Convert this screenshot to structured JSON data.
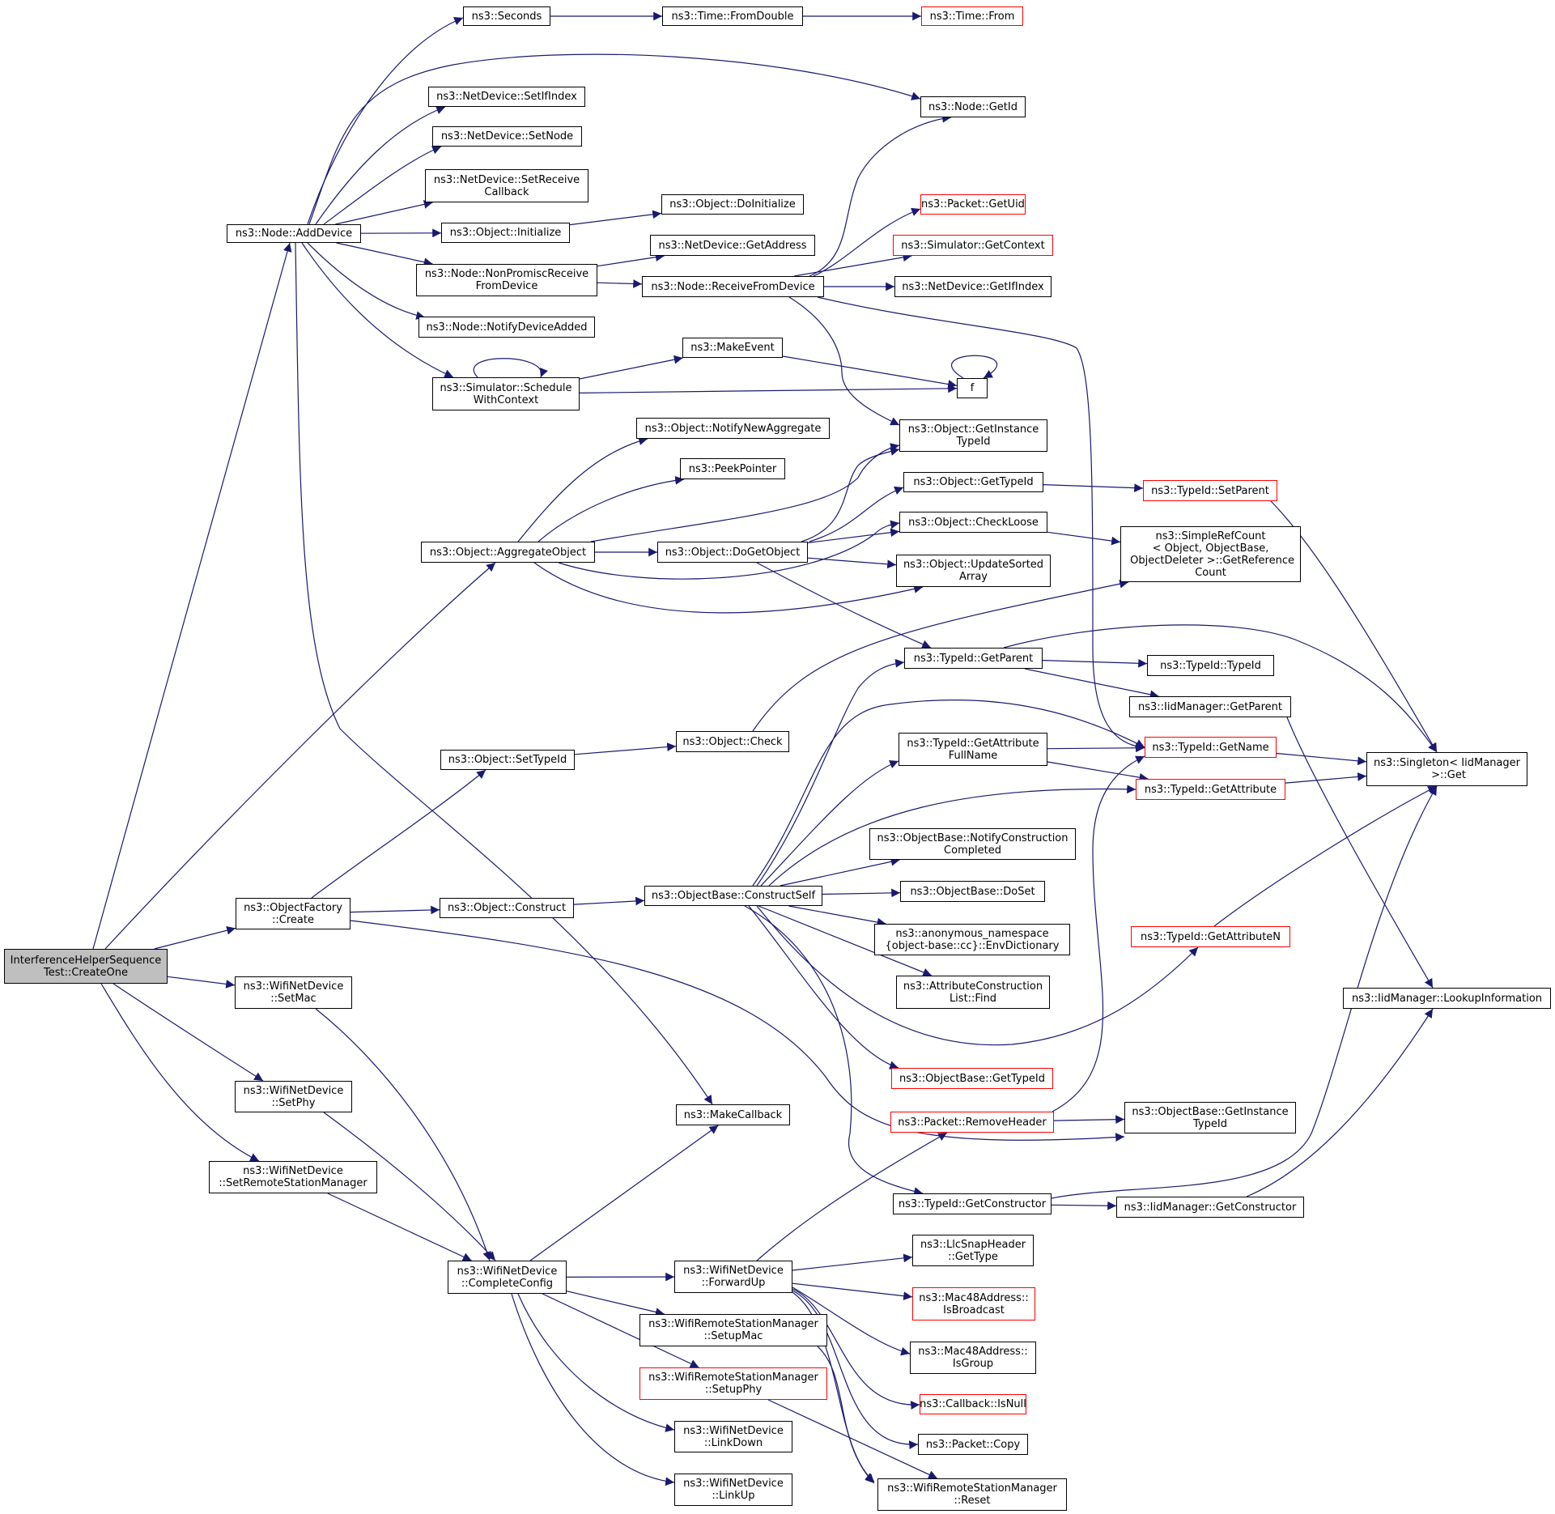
{
  "graph": {
    "edge_color": "#191970",
    "external_border_color": "#ff0000",
    "root_fill": "#bfbfbf",
    "nodes": [
      {
        "id": "root",
        "label": "InterferenceHelperSequence\nTest::CreateOne"
      },
      {
        "id": "addDevice",
        "label": "ns3::Node::AddDevice"
      },
      {
        "id": "seconds",
        "label": "ns3::Seconds"
      },
      {
        "id": "fromDouble",
        "label": "ns3::Time::FromDouble"
      },
      {
        "id": "timeFrom",
        "label": "ns3::Time::From"
      },
      {
        "id": "setIfIndex",
        "label": "ns3::NetDevice::SetIfIndex"
      },
      {
        "id": "nodeGetId",
        "label": "ns3::Node::GetId"
      },
      {
        "id": "setNode",
        "label": "ns3::NetDevice::SetNode"
      },
      {
        "id": "setReceiveCb",
        "label": "ns3::NetDevice::SetReceive\nCallback"
      },
      {
        "id": "objDoInit",
        "label": "ns3::Object::DoInitialize"
      },
      {
        "id": "objInit",
        "label": "ns3::Object::Initialize"
      },
      {
        "id": "packetGetUid",
        "label": "ns3::Packet::GetUid"
      },
      {
        "id": "simGetContext",
        "label": "ns3::Simulator::GetContext"
      },
      {
        "id": "ndGetAddress",
        "label": "ns3::NetDevice::GetAddress"
      },
      {
        "id": "nonPromisc",
        "label": "ns3::Node::NonPromiscReceive\nFromDevice"
      },
      {
        "id": "recvFromDevice",
        "label": "ns3::Node::ReceiveFromDevice"
      },
      {
        "id": "ndGetIfIndex",
        "label": "ns3::NetDevice::GetIfIndex"
      },
      {
        "id": "notifyDeviceAdded",
        "label": "ns3::Node::NotifyDeviceAdded"
      },
      {
        "id": "makeEvent",
        "label": "ns3::MakeEvent"
      },
      {
        "id": "schedWithCtx",
        "label": "ns3::Simulator::Schedule\nWithContext"
      },
      {
        "id": "f",
        "label": "f"
      },
      {
        "id": "notifyNewAgg",
        "label": "ns3::Object::NotifyNewAggregate"
      },
      {
        "id": "objGetInstTid",
        "label": "ns3::Object::GetInstance\nTypeId"
      },
      {
        "id": "peekPointer",
        "label": "ns3::PeekPointer"
      },
      {
        "id": "objGetTypeId",
        "label": "ns3::Object::GetTypeId"
      },
      {
        "id": "tidSetParent",
        "label": "ns3::TypeId::SetParent"
      },
      {
        "id": "checkLoose",
        "label": "ns3::Object::CheckLoose"
      },
      {
        "id": "aggregateObject",
        "label": "ns3::Object::AggregateObject"
      },
      {
        "id": "doGetObject",
        "label": "ns3::Object::DoGetObject"
      },
      {
        "id": "simpleRefCount",
        "label": "ns3::SimpleRefCount\n< Object, ObjectBase,\n ObjectDeleter >::GetReference\nCount"
      },
      {
        "id": "updateSorted",
        "label": "ns3::Object::UpdateSorted\nArray"
      },
      {
        "id": "tidGetParent",
        "label": "ns3::TypeId::GetParent"
      },
      {
        "id": "tidTypeId",
        "label": "ns3::TypeId::TypeId"
      },
      {
        "id": "iidGetParent",
        "label": "ns3::IidManager::GetParent"
      },
      {
        "id": "objCheck",
        "label": "ns3::Object::Check"
      },
      {
        "id": "tidGetAttrFull",
        "label": "ns3::TypeId::GetAttribute\nFullName"
      },
      {
        "id": "tidGetName",
        "label": "ns3::TypeId::GetName"
      },
      {
        "id": "setTypeId",
        "label": "ns3::Object::SetTypeId"
      },
      {
        "id": "singletonGet",
        "label": "ns3::Singleton< IidManager\n >::Get"
      },
      {
        "id": "tidGetAttr",
        "label": "ns3::TypeId::GetAttribute"
      },
      {
        "id": "obNotifyCC",
        "label": "ns3::ObjectBase::NotifyConstruction\nCompleted"
      },
      {
        "id": "objFactoryCreate",
        "label": "ns3::ObjectFactory\n::Create"
      },
      {
        "id": "obDoSet",
        "label": "ns3::ObjectBase::DoSet"
      },
      {
        "id": "objConstruct",
        "label": "ns3::Object::Construct"
      },
      {
        "id": "constructSelf",
        "label": "ns3::ObjectBase::ConstructSelf"
      },
      {
        "id": "envDict",
        "label": "ns3::anonymous_namespace\n{object-base::cc}::EnvDictionary"
      },
      {
        "id": "tidGetAttrN",
        "label": "ns3::TypeId::GetAttributeN"
      },
      {
        "id": "wndSetMac",
        "label": "ns3::WifiNetDevice\n::SetMac"
      },
      {
        "id": "attrConsFind",
        "label": "ns3::AttributeConstruction\nList::Find"
      },
      {
        "id": "iidLookupInfo",
        "label": "ns3::IidManager::LookupInformation"
      },
      {
        "id": "obGetTypeId",
        "label": "ns3::ObjectBase::GetTypeId"
      },
      {
        "id": "wndSetPhy",
        "label": "ns3::WifiNetDevice\n::SetPhy"
      },
      {
        "id": "makeCallback",
        "label": "ns3::MakeCallback"
      },
      {
        "id": "pktRemoveHeader",
        "label": "ns3::Packet::RemoveHeader"
      },
      {
        "id": "obGetInstTid",
        "label": "ns3::ObjectBase::GetInstance\nTypeId"
      },
      {
        "id": "wndSetRsm",
        "label": "ns3::WifiNetDevice\n::SetRemoteStationManager"
      },
      {
        "id": "tidGetCons",
        "label": "ns3::TypeId::GetConstructor"
      },
      {
        "id": "iidGetCons",
        "label": "ns3::IidManager::GetConstructor"
      },
      {
        "id": "llcGetType",
        "label": "ns3::LlcSnapHeader\n::GetType"
      },
      {
        "id": "wndCompleteConfig",
        "label": "ns3::WifiNetDevice\n::CompleteConfig"
      },
      {
        "id": "wndForwardUp",
        "label": "ns3::WifiNetDevice\n::ForwardUp"
      },
      {
        "id": "macIsBroadcast",
        "label": "ns3::Mac48Address::\nIsBroadcast"
      },
      {
        "id": "rsmSetupMac",
        "label": "ns3::WifiRemoteStationManager\n::SetupMac"
      },
      {
        "id": "macIsGroup",
        "label": "ns3::Mac48Address::\nIsGroup"
      },
      {
        "id": "rsmSetupPhy",
        "label": "ns3::WifiRemoteStationManager\n::SetupPhy"
      },
      {
        "id": "cbIsNull",
        "label": "ns3::Callback::IsNull"
      },
      {
        "id": "wndLinkDown",
        "label": "ns3::WifiNetDevice\n::LinkDown"
      },
      {
        "id": "pktCopy",
        "label": "ns3::Packet::Copy"
      },
      {
        "id": "wndLinkUp",
        "label": "ns3::WifiNetDevice\n::LinkUp"
      },
      {
        "id": "rsmReset",
        "label": "ns3::WifiRemoteStationManager\n::Reset"
      }
    ]
  }
}
